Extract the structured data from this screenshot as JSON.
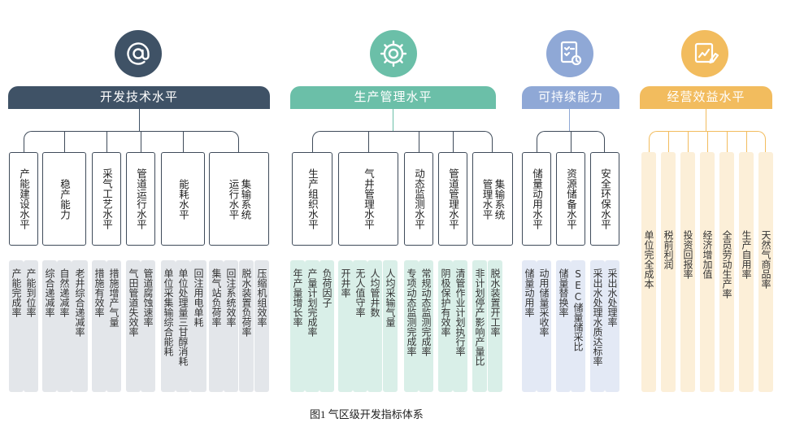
{
  "caption": "图1   气区级开发指标体系",
  "colors": {
    "dev": "#3f5266",
    "prod": "#6bbfa8",
    "sus": "#8fa8d6",
    "biz": "#f2bc5e",
    "dev_strip": "#e3e6ea",
    "prod_strip": "#d9efe8",
    "sus_strip": "#e3e9f5",
    "biz_strip": "#fcefd8"
  },
  "categories": [
    {
      "key": "dev",
      "title": "开发技术水平",
      "icon": "at-sign-icon",
      "subs": [
        {
          "name": "产能建设水平",
          "cols": [
            "产能建设水平"
          ],
          "metrics": [
            "产能完成率",
            "产能到位率"
          ]
        },
        {
          "name": "稳产能力",
          "cols": [
            "稳产能力"
          ],
          "metrics": [
            "综合递减率",
            "自然递减率",
            "老井综合递减率"
          ]
        },
        {
          "name": "采气工艺水平",
          "cols": [
            "采气工艺水平"
          ],
          "metrics": [
            "措施有效率",
            "措施增产气量"
          ]
        },
        {
          "name": "管道运行水平",
          "cols": [
            "管道运行水平"
          ],
          "metrics": [
            "气田管道失效率",
            "管道腐蚀速率"
          ]
        },
        {
          "name": "能耗水平",
          "cols": [
            "能耗水平"
          ],
          "metrics": [
            "单位采集输综合能耗",
            "单位处理量三甘醇消耗",
            "回注用电单耗"
          ]
        },
        {
          "name": "运行水平 集输系统",
          "cols": [
            "运行水平",
            "集输系统"
          ],
          "metrics": [
            "集气站负荷率",
            "回注系统效率",
            "脱水装置负荷率",
            "压缩机组效率"
          ]
        }
      ]
    },
    {
      "key": "prod",
      "title": "生产管理水平",
      "icon": "gear-icon",
      "subs": [
        {
          "name": "生产组织水平",
          "cols": [
            "生产组织水平"
          ],
          "metrics": [
            "年产量增长率",
            "产量计划完成率",
            "负荷因子"
          ]
        },
        {
          "name": "气井管理水平",
          "cols": [
            "气井管理水平"
          ],
          "metrics": [
            "开井率",
            "无人值守率",
            "人均管井数",
            "人均采输气量"
          ]
        },
        {
          "name": "动态监测水平",
          "cols": [
            "动态监测水平"
          ],
          "metrics": [
            "专项动态监测完成率",
            "常规动态监测完成率"
          ]
        },
        {
          "name": "管道管理水平",
          "cols": [
            "管道管理水平"
          ],
          "metrics": [
            "阴极保护有效率",
            "清管作业计划执行率"
          ]
        },
        {
          "name": "管理水平 集输系统",
          "cols": [
            "管理水平",
            "集输系统"
          ],
          "metrics": [
            "非计划停产影响产量比",
            "脱水装置开工率"
          ]
        }
      ]
    },
    {
      "key": "sus",
      "title": "可持续能力",
      "icon": "checklist-icon",
      "subs": [
        {
          "name": "储量动用水平",
          "cols": [
            "储量动用水平"
          ],
          "metrics": [
            "储量动用率",
            "动用储量采收率"
          ]
        },
        {
          "name": "资源储备水平",
          "cols": [
            "资源储备水平"
          ],
          "metrics": [
            "储量替换率",
            "SEC储量储采比"
          ]
        },
        {
          "name": "安全环保水平",
          "cols": [
            "安全环保水平"
          ],
          "metrics": [
            "采出水处理水质达标率",
            "采出水处理率"
          ]
        }
      ]
    },
    {
      "key": "biz",
      "title": "经营效益水平",
      "icon": "chart-edit-icon",
      "subs": [],
      "metrics": [
        "单位完全成本",
        "税前利润",
        "投资回报率",
        "经济增加值",
        "全员劳动生产率",
        "生产自用率",
        "天然气商品率"
      ]
    }
  ]
}
